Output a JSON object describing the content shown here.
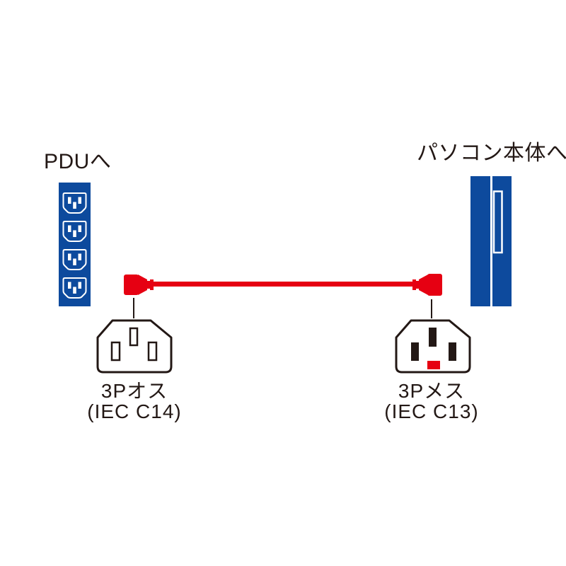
{
  "colors": {
    "device_blue": "#0d4a9d",
    "cable_red": "#e60012",
    "ink_black": "#231815"
  },
  "left_device": {
    "caption": "PDUへ",
    "type": "pdu-outlet-strip",
    "outlet_count": 4
  },
  "right_device": {
    "caption": "パソコン本体へ",
    "type": "pc-tower"
  },
  "cable": {
    "color_name": "red",
    "left_connector": {
      "label": "3Pオス",
      "standard": "(IEC C14)"
    },
    "right_connector": {
      "label": "3Pメス",
      "standard": "(IEC C13)"
    }
  }
}
